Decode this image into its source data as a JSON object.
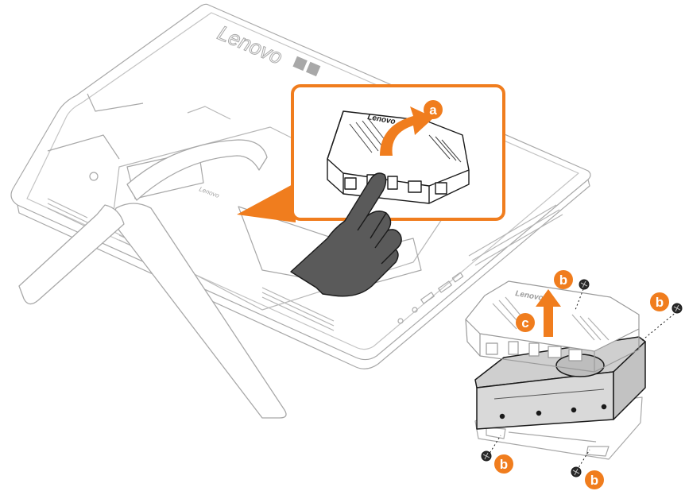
{
  "brand": {
    "monitor_logo": "Lenovo",
    "panel_logo": "Lenovo",
    "cage_logo": "Lenovo",
    "inset_logo": "Lenovo"
  },
  "steps": {
    "a": "a",
    "b": "b",
    "c": "c"
  },
  "colors": {
    "accent": "#f07d1e",
    "line": "#9a9a9a",
    "dark_line": "#1a1a1a",
    "hand": "#5a5a5a",
    "drive": "#cfcfcf"
  },
  "icons": {
    "pull_arrow": "curved-arrow-icon",
    "lift_arrow": "up-arrow-icon",
    "screw": "screw-icon",
    "hand": "hand-icon"
  }
}
